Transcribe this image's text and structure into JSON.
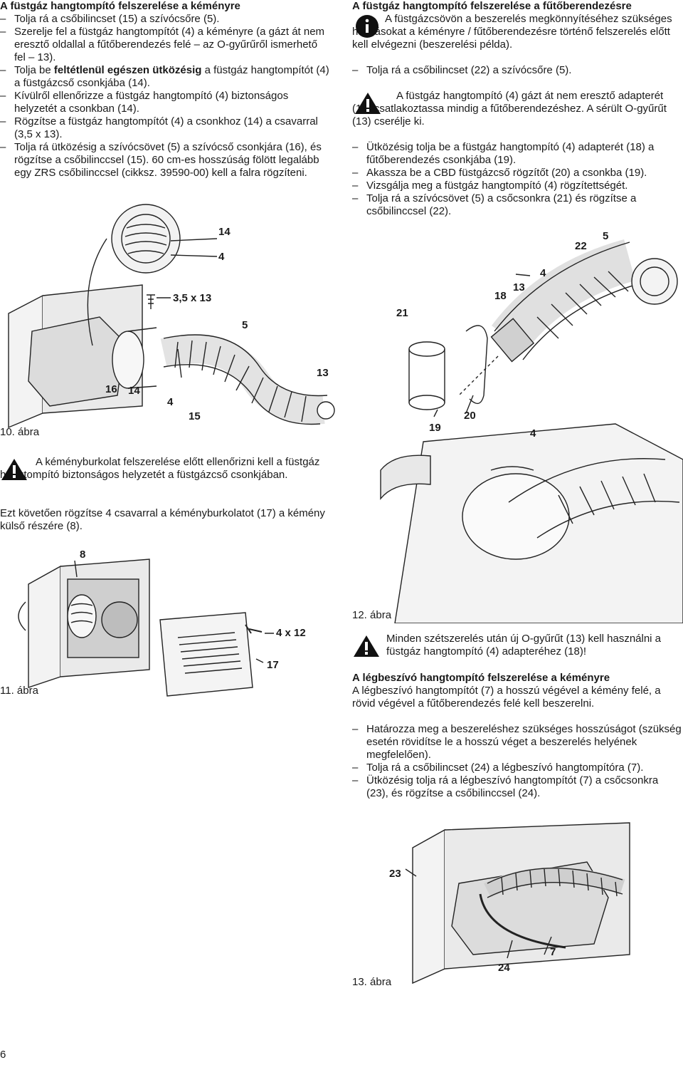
{
  "left": {
    "heading": "A füstgáz hangtompító felszerelése a kéményre",
    "steps": [
      "Tolja rá a csőbilincset (15) a szívócsőre (5).",
      "Szerelje fel a füstgáz hangtompítót (4) a kéményre (a gázt át nem eresztő oldallal a fűtőberendezés felé – az O-gyűrűről ismerhető fel – 13).",
      "Kívülről ellenőrizze a füstgáz hangtompító (4) biztonságos helyzetét a csonkban (14).",
      "Rögzítse a füstgáz hangtompítót (4) a csonkhoz (14) a csavarral (3,5 x 13).",
      "Tolja rá ütközésig a szívócsövet (5) a szívócső csonkjára (16), és rögzítse a csőbilinccsel (15). 60 cm-es hosszúság fölött legalább egy ZRS csőbilinccsel (cikksz. 39590-00) kell a falra rögzíteni."
    ],
    "step3": {
      "pre": "Tolja be ",
      "bold": "feltétlenül egészen ütközésig",
      "post": " a füstgáz hangtompítót (4) a füstgázcső csonkjába (14)."
    },
    "fig10": {
      "caption": "10. ábra",
      "labels": [
        "14",
        "4",
        "3,5 x 13",
        "5",
        "13",
        "16",
        "14",
        "4",
        "15"
      ]
    },
    "warning1": "A kéményburkolat felszerelése előtt ellenőrizni kell a füstgáz hangtompító biztonságos helyzetét a füstgázcső csonkjában.",
    "para1": "Ezt követően rögzítse 4 csavarral a kéményburkolatot (17) a kémény külső részére (8).",
    "fig11": {
      "caption": "11. ábra",
      "labels": [
        "8",
        "4 x 12",
        "17"
      ]
    },
    "page_number": "6"
  },
  "right": {
    "heading": "A füstgáz hangtompító felszerelése a fűtőberendezésre",
    "info": "A füstgázcsövön a beszerelés megkönnyítéséhez szükséges hajlításokat a kéményre / fűtőberendezésre történő felszerelés előtt kell elvégezni (beszerelési példa).",
    "step1": "Tolja rá a csőbilincset (22) a szívócsőre (5).",
    "warning2": "A füstgáz hangtompító (4) gázt át nem eresztő adapterét (18) csatlakoztassa mindig a fűtőberendezéshez. A sérült O-gyűrűt (13) cserélje ki.",
    "steps": [
      "Ütközésig tolja be a füstgáz hangtompító (4) adapterét (18) a fűtőberendezés csonkjába (19).",
      "Akassza be a CBD füstgázcső rögzítőt (20) a csonkba (19).",
      "Vizsgálja meg a füstgáz hangtompító (4) rögzítettségét.",
      "Tolja rá a szívócsövet (5) a csőcsonkra (21) és rögzítse a csőbilinccsel (22)."
    ],
    "fig12": {
      "caption": "12. ábra",
      "labels": [
        "5",
        "22",
        "4",
        "13",
        "18",
        "21",
        "20",
        "19",
        "4"
      ]
    },
    "warning3": "Minden szétszerelés után új O-gyűrűt (13) kell használni a füstgáz hangtompító (4) adapteréhez (18)!",
    "heading2": "A légbeszívó hangtompító felszerelése a kéményre",
    "para2": "A légbeszívó hangtompítót (7) a hosszú végével a kémény felé, a rövid végével a fűtőberendezés felé kell beszerelni.",
    "steps2": [
      "Határozza meg a beszereléshez szükséges hosszúságot (szükség esetén rövidítse le a hosszú véget a beszerelés helyének megfelelően).",
      "Tolja rá a csőbilincset (24) a légbeszívó hangtompítóra (7).",
      "Ütközésig tolja rá a légbeszívó hangtompítót (7) a csőcsonkra (23), és rögzítse a csőbilinccsel (24)."
    ],
    "fig13": {
      "caption": "13. ábra",
      "labels": [
        "23",
        "24",
        "7"
      ]
    }
  }
}
